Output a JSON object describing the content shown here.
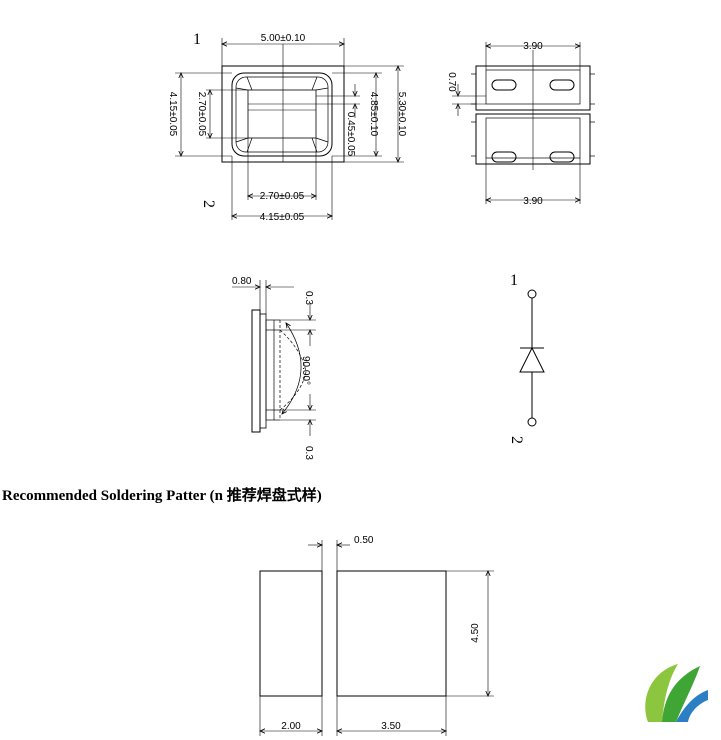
{
  "heading": "Recommended Soldering Patter (n 推荐焊盘式样)",
  "top_view": {
    "pin1": "1",
    "pin2": "2",
    "dim_width": "5.00±0.10",
    "dim_height": "5.30±0.10",
    "dim_inner_height": "4.85±0.10",
    "dim_lens_height": "2.70±0.05",
    "dim_outer_height": "4.15±0.05",
    "dim_offset": "0.45±0.05",
    "dim_lens_width": "2.70±0.05",
    "dim_outer_width": "4.15±0.05"
  },
  "bottom_view": {
    "dim_top_width": "3.90",
    "dim_bottom_width": "3.90",
    "dim_gap": "0.70"
  },
  "side_view": {
    "dim_thickness": "0.80",
    "dim_top": "0.3",
    "dim_bottom": "0.3",
    "angle": "90.00°"
  },
  "symbol": {
    "pin1": "1",
    "pin2": "2"
  },
  "solder_pattern": {
    "dim_gap": "0.50",
    "dim_height": "4.50",
    "dim_left_pad": "2.00",
    "dim_right_pad": "3.50"
  },
  "colors": {
    "line": "#000000",
    "logo_green_light": "#8cc63f",
    "logo_green_dark": "#3fa535",
    "logo_blue": "#2b7fc2"
  }
}
